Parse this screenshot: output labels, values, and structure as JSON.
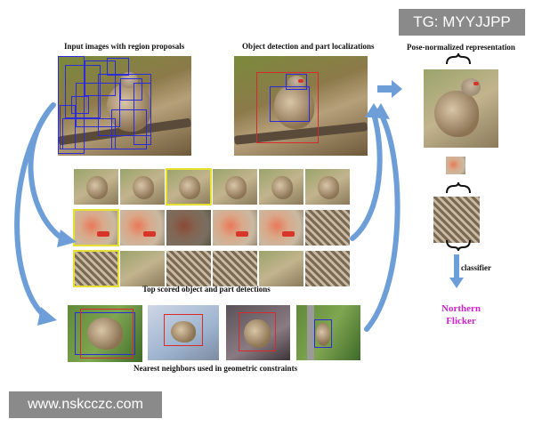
{
  "headings": {
    "input": "Input images with region proposals",
    "detection": "Object detection and part localizations",
    "pose": "Pose-normalized representation",
    "top_scored": "Top scored object and part detections",
    "neighbors": "Nearest neighbors used in geometric constraints",
    "classifier": "classifier"
  },
  "result": {
    "line1": "Northern",
    "line2": "Flicker",
    "color": "#cc22cc"
  },
  "watermarks": {
    "tg": "TG: MYYJJPP",
    "url": "www.nskcczc.com"
  },
  "colors": {
    "arrow": "#6d9ed8",
    "proposal_box": "#2b2bd8",
    "highlight": "#e8e030",
    "part_box": "#d82a2a"
  },
  "grid_rows": [
    {
      "row": "whole-bird",
      "highlighted": [
        2
      ]
    },
    {
      "row": "head",
      "highlighted": [
        0
      ]
    },
    {
      "row": "body",
      "highlighted": [
        0
      ]
    }
  ]
}
